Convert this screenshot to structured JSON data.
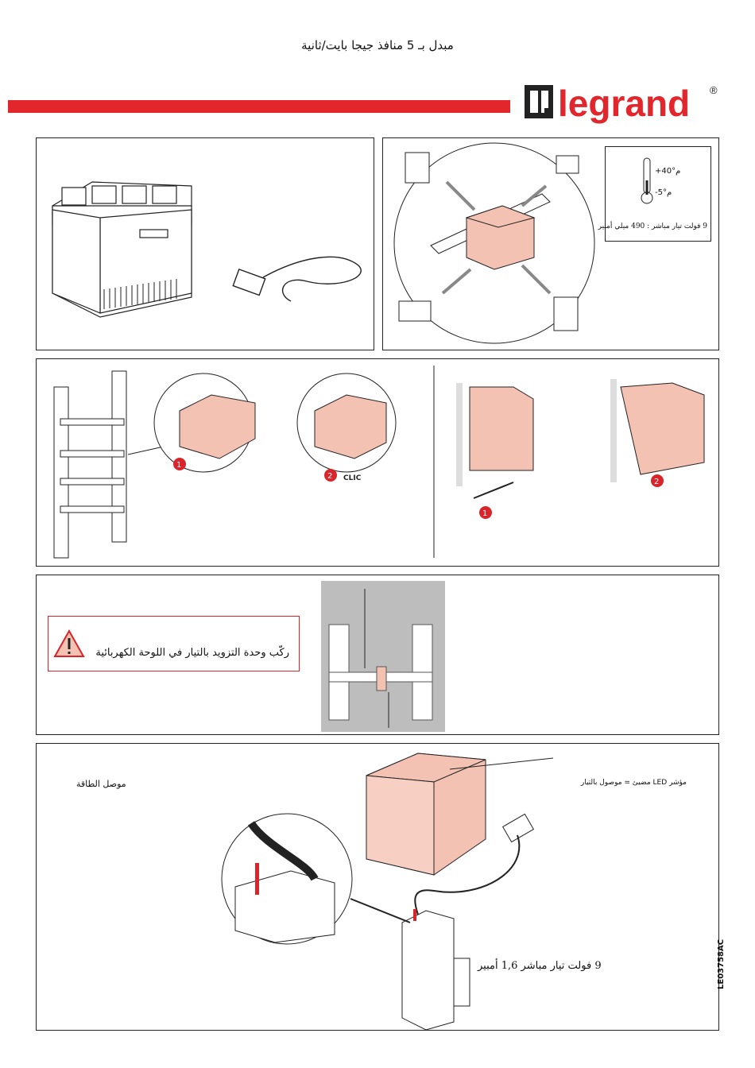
{
  "header": {
    "title": "مبدل بـ 5 منافذ جيجا بايت/ثانية",
    "brand_name": "legrand",
    "brand_symbol": "®"
  },
  "specs": {
    "temp_max": "+40°م",
    "temp_min": "-5°م",
    "power_rating": "9 فولت تيار مباشر : 490 ميلي أمبير"
  },
  "mounting": {
    "step1_badge": "1",
    "step2_badge": "2",
    "clic_label": "CLIC",
    "removal_step1_badge": "1",
    "removal_step2_badge": "2"
  },
  "warning": {
    "text": "ركّب وحدة التزويد بالتيار في اللوحة الكهربائية"
  },
  "power": {
    "connector_label": "موصل الطاقة",
    "led_label": "مؤشر LED مضيئ = موصول بالتيار",
    "psu_label": "9 فولت تيار مباشر 1,6 أمبير"
  },
  "footer": {
    "doc_id": "LE03758AC"
  },
  "colors": {
    "brand_red": "#e3262b",
    "device_fill": "#f4c2b3",
    "badge_red": "#d9242b"
  }
}
